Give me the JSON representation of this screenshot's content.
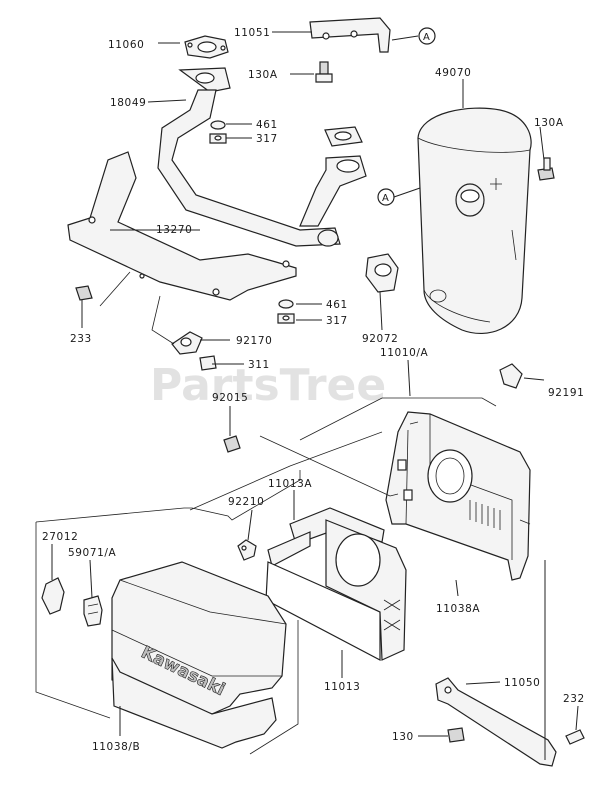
{
  "watermark": "PartsTree",
  "brand_text": "Kawasaki",
  "callout_a_letter": "A",
  "labels": {
    "l11060": "11060",
    "l11051": "11051",
    "l130A_top": "130A",
    "l49070": "49070",
    "l18049": "18049",
    "l461_top": "461",
    "l317_top": "317",
    "l130A_right": "130A",
    "l13270": "13270",
    "l461_bot": "461",
    "l317_bot": "317",
    "l233": "233",
    "l92170": "92170",
    "l92072": "92072",
    "l311": "311",
    "l11010A": "11010/A",
    "l92015": "92015",
    "l92191": "92191",
    "l11013A": "11013A",
    "l92210": "92210",
    "l27012": "27012",
    "l59071A": "59071/A",
    "l11038A": "11038A",
    "l11013": "11013",
    "l11050": "11050",
    "l232": "232",
    "l130_bot": "130",
    "l11038B": "11038/B"
  }
}
